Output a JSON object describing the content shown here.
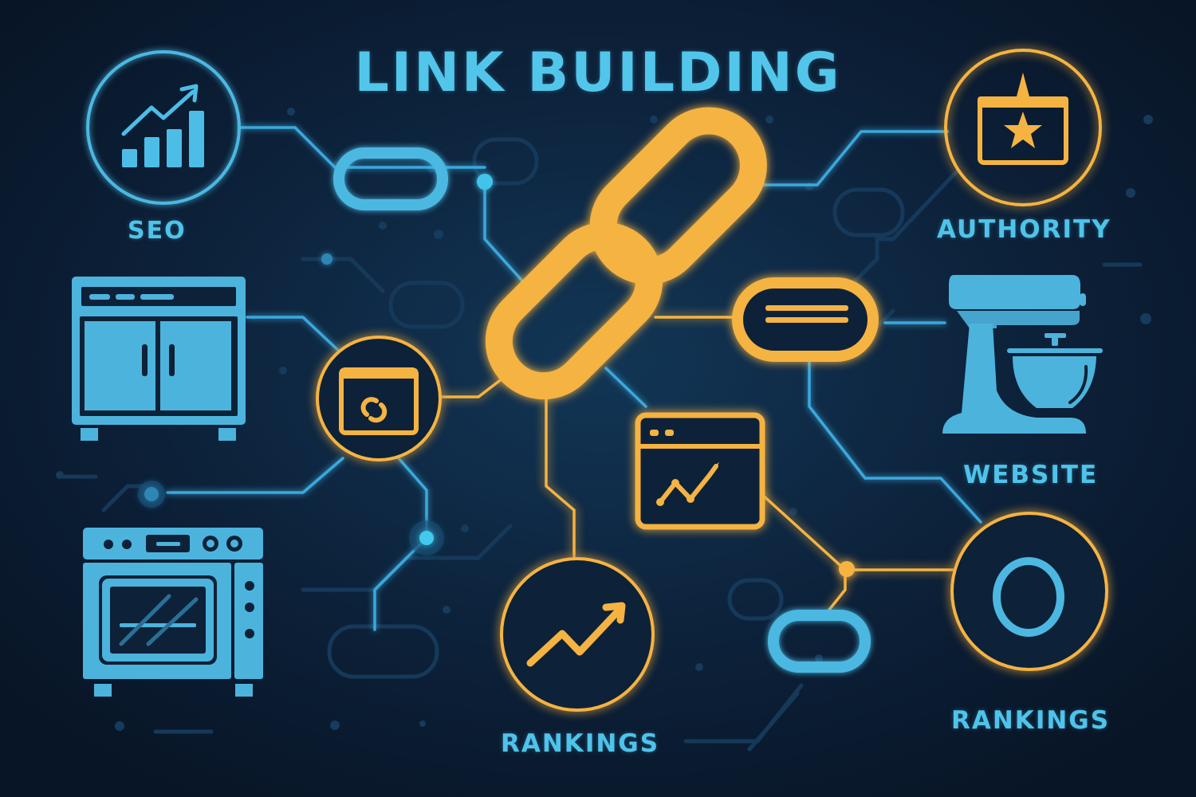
{
  "title": "LINK BUILDING",
  "colors": {
    "background": "#0b1a2e",
    "background_glow": "#123656",
    "blue_accent": "#4fb8e0",
    "title_blue": "#52c6ea",
    "gold_accent": "#f5b342",
    "dim_blue": "#173e61"
  },
  "nodes": [
    {
      "id": "seo",
      "label": "SEO",
      "icon": "bar-chart-growth-icon",
      "ring_color": "blue"
    },
    {
      "id": "authority",
      "label": "AUTHORITY",
      "icon": "browser-star-icon",
      "ring_color": "gold"
    },
    {
      "id": "website",
      "label": "WEBSITE",
      "icon": "stand-mixer-icon",
      "ring_color": "none"
    },
    {
      "id": "rankings-center",
      "label": "RANKINGS",
      "icon": "trend-arrow-icon",
      "ring_color": "gold"
    },
    {
      "id": "rankings-right",
      "label": "RANKINGS",
      "icon": "ring-icon",
      "ring_color": "gold"
    }
  ],
  "unlabeled_icons": [
    "cabinet-icon",
    "oven-icon",
    "browser-link-icon",
    "browser-chart-icon",
    "menu-pill-icon",
    "chain-link-icon"
  ]
}
